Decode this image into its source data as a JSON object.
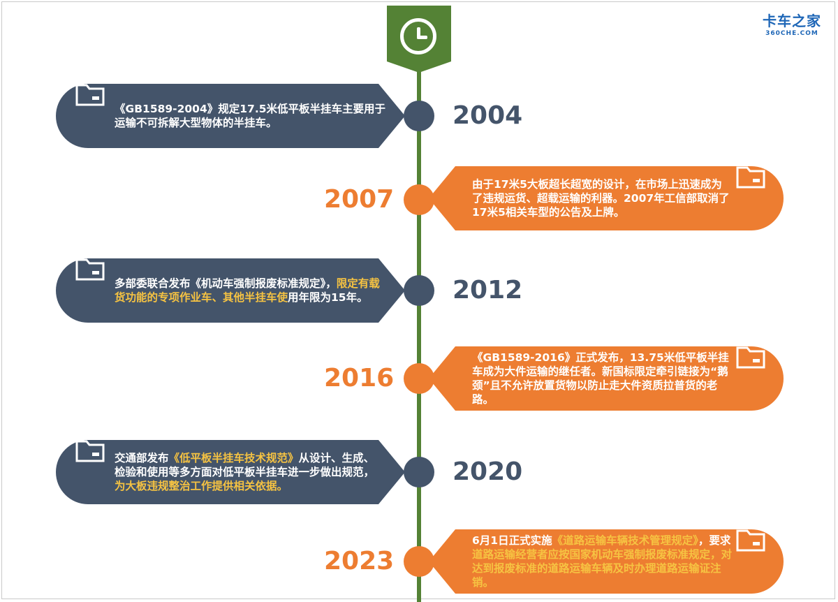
{
  "logo": {
    "main": "卡车之家",
    "sub": "360CHE.COM"
  },
  "colors": {
    "axis": "#548235",
    "navy": "#44546a",
    "orange": "#ed7d31",
    "highlight": "#f6c342"
  },
  "events": [
    {
      "year": "2004",
      "text": "《GB1589-2004》规定17.5米低平板半挂车主要用于运输不可拆解大型物体的半挂车。",
      "highlight": ""
    },
    {
      "year": "2007",
      "text": "由于17米5大板超长超宽的设计，在市场上迅速成为了违规运货、超载运输的利器。2007年工信部取消了17米5相关车型的公告及上牌。",
      "highlight": ""
    },
    {
      "year": "2012",
      "text": "多部委联合发布《机动车强制报废标准规定》，",
      "highlight": "限定有载货功能的专项作业车、其他半挂车使",
      "text2": "用年限为15年。"
    },
    {
      "year": "2016",
      "text": "《GB1589-2016》正式发布，13.75米低平板半挂车成为大件运输的继任者。新国标限定牵引链接为“鹅颈”且不允许放置货物以防止走大件资质拉普货的老路。",
      "highlight": ""
    },
    {
      "year": "2020",
      "text": "交通部发布",
      "highlight": "《低平板半挂车技术规范》",
      "text2": "从设计、生成、检验和使用等多方面对低平板半挂车进一步做出规范，",
      "highlight2": "为大板违规整治工作提供相关依据。"
    },
    {
      "year": "2023",
      "text": "6月1日正式实施",
      "highlight": "《道路运输车辆技术管理规定》",
      "text2": "，要求",
      "highlight2": "道路运输经营者应按国家机动车强制报废标准规定，对达到报废标准的道路运输车辆及时办理道路运输证注销。"
    }
  ]
}
